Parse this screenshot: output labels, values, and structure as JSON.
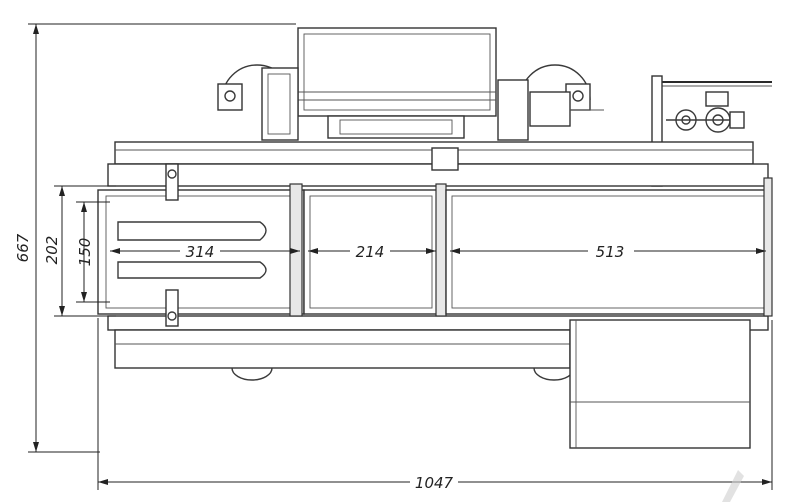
{
  "drawing": {
    "dimensions": {
      "overall_height": "667",
      "conveyor_width": "202",
      "belt_width": "150",
      "section_1_length": "314",
      "section_2_length": "214",
      "section_3_length": "513",
      "overall_length": "1047"
    }
  }
}
